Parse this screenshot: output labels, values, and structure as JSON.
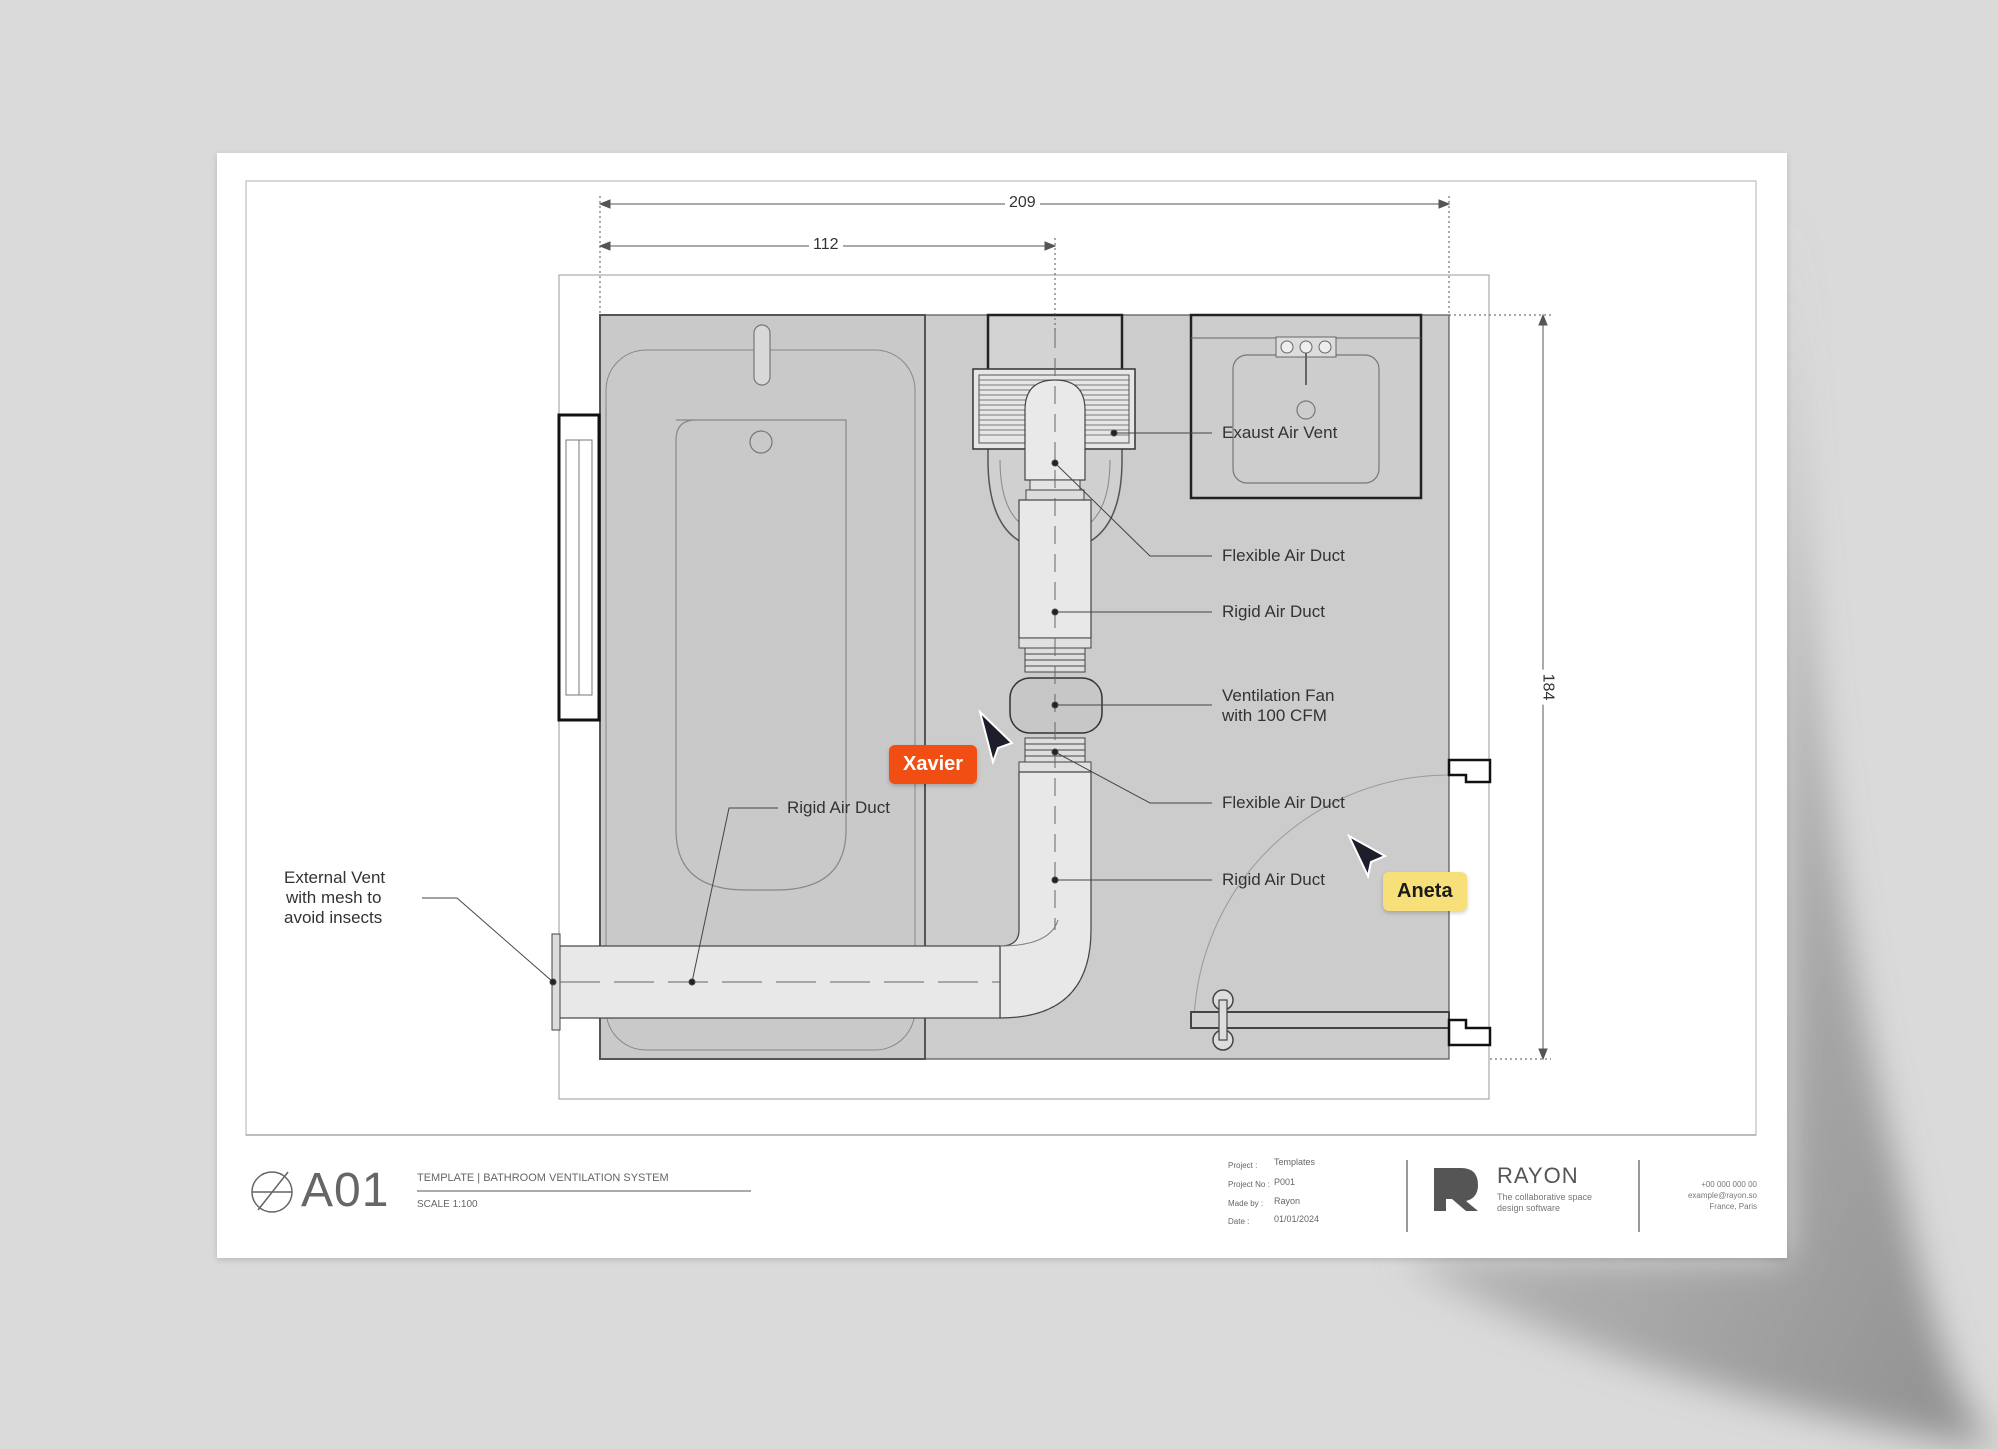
{
  "sheet_code": "A01",
  "title_block": {
    "template_title": "TEMPLATE | BATHROOM VENTILATION SYSTEM",
    "scale": "SCALE 1:100",
    "fields": [
      {
        "label": "Project :",
        "value": "Templates"
      },
      {
        "label": "Project No :",
        "value": "P001"
      },
      {
        "label": "Made by :",
        "value": "Rayon"
      },
      {
        "label": "Date :",
        "value": "01/01/2024"
      }
    ],
    "brand": "RAYON",
    "tagline_1": "The collaborative space",
    "tagline_2": "design software",
    "contact_phone": "+00 000 000 00",
    "contact_email": "example@rayon.so",
    "contact_location": "France, Paris"
  },
  "dimensions": {
    "overall_width": "209",
    "partial_width": "112",
    "height": "184"
  },
  "callouts": {
    "exhaust_air_vent": "Exaust Air Vent",
    "flexible_air_duct_top": "Flexible Air Duct",
    "rigid_air_duct_top": "Rigid Air Duct",
    "ventilation_fan_1": "Ventilation Fan",
    "ventilation_fan_2": "with 100 CFM",
    "flexible_air_duct_bottom": "Flexible Air Duct",
    "rigid_air_duct_bottom": "Rigid Air Duct",
    "rigid_air_duct_horizontal": "Rigid Air Duct",
    "external_vent_1": "External Vent",
    "external_vent_2": "with mesh to",
    "external_vent_3": "avoid insects"
  },
  "collaborators": [
    {
      "name": "Xavier",
      "color": "#f04e12"
    },
    {
      "name": "Aneta",
      "color": "#f7e07a"
    }
  ],
  "icons": [
    "north-arrow-icon",
    "rayon-logo-icon",
    "cursor-arrow-icon"
  ]
}
